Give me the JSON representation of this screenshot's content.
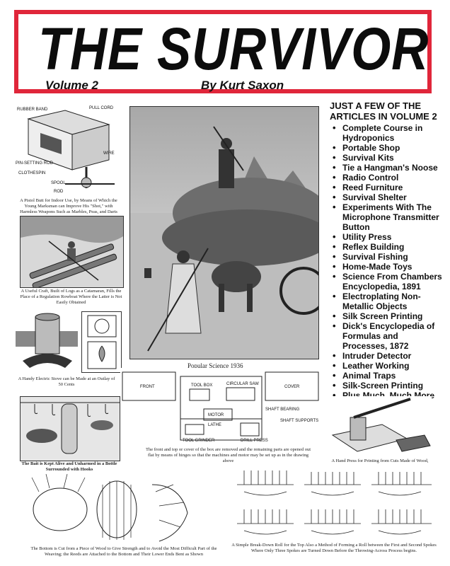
{
  "header": {
    "title": "THE SURVIVOR",
    "volume": "Volume 2",
    "author": "By Kurt Saxon"
  },
  "articles": {
    "heading_line1": "JUST A FEW OF THE",
    "heading_line2": "ARTICLES IN VOLUME 2",
    "items": [
      "Complete Course in Hydroponics",
      "Portable Shop",
      "Survival Kits",
      "Tie a Hangman's Noose",
      "Radio Control",
      "Reed Furniture",
      "Survival Shelter",
      "Experiments With The Microphone Transmitter Button",
      "Utility Press",
      "Reflex Building",
      "Survival Fishing",
      "Home-Made Toys",
      "Science From Chambers Encyclopedia, 1891",
      "Electroplating Non-Metallic Objects",
      "Silk Screen Printing",
      "Dick's Encyclopedia of Formulas and Processes, 1872",
      "Intruder Detector",
      "Leather Working",
      "Animal Traps",
      "Silk-Screen Printing",
      "Plus Much, Much More"
    ]
  },
  "illustrations": {
    "pistol_butt": {
      "labels": [
        "RUBBER BAND",
        "PULL CORD",
        "WIRE",
        "PIN-SETTING ROD",
        "CLOTHESPIN",
        "SPOOL",
        "ROD"
      ],
      "caption": "A Pistol Butt for Indoor Use, by Means of Which the Young Marksman can Improve His \"Shot,\" with Harmless Weapons Such as Marbles, Peas, and Darts"
    },
    "raft": {
      "caption": "A Useful Craft, Built of Logs as a Catamaran, Fills the Place of a Regulation Rowboat Where the Latter is Not Easily Obtained"
    },
    "stove": {
      "caption": "A Handy Electric Stove can be Made at an Outlay of 50 Cents"
    },
    "bottle": {
      "caption": "The Bait is Kept Alive and Unharmed in a Bottle Surrounded with Hooks"
    },
    "farm_scene": {
      "caption": "Popular Science 1936"
    },
    "shop": {
      "labels": [
        "FRONT",
        "COVER",
        "TOOL BOX",
        "CIRCULAR SAW",
        "SHAFT BEARING",
        "MOTOR",
        "LATHE",
        "TOOL GRINDER",
        "DRILL PRESS",
        "SHAFT SUPPORTS"
      ],
      "caption": "The front and top or cover of the box are removed and the remaining parts are opened out flat by means of hinges so that the machines and motor may be set up as in the drawing above"
    },
    "press": {
      "caption": "A Hand Press for Printing from Cuts Made of Wood, Using Ordinary Printer's Ink"
    },
    "reed_bottom": {
      "caption": "The Bottom is Cut from a Piece of Wood to Give Strength and to Avoid the Most Difficult Part of the Weaving; the Reeds are Attached to the Bottom and Their Lower Ends Bent as Shown"
    },
    "reed_rolls": {
      "caption": "A Simple Break-Down Roll for the Top Also a Method of Forming a Roll between the First and Second Spokes Where Only Three Spokes are Turned Down Before the Throwing-Across Process begins."
    }
  }
}
